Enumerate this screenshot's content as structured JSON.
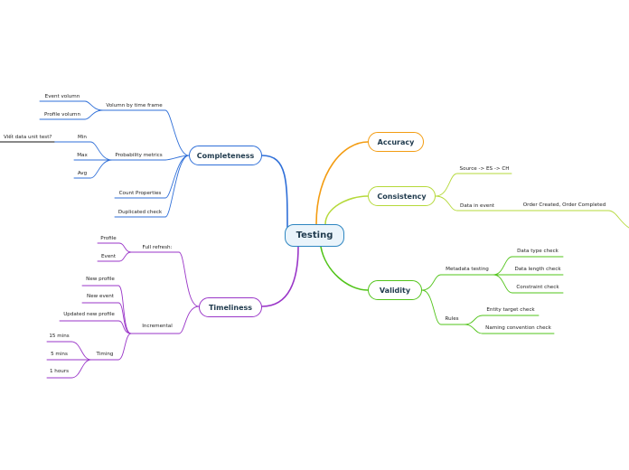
{
  "central": {
    "label": "Testing"
  },
  "colors": {
    "central": "#2e86c1",
    "completeness": "#2f6fd8",
    "timeliness": "#9a36c8",
    "accuracy": "#f39c12",
    "consistency": "#b5d93a",
    "validity": "#52c41a",
    "black": "#111111"
  },
  "completeness": {
    "label": "Completeness",
    "volume": {
      "label": "Volumn by time frame",
      "items": [
        "Event volumn",
        "Profile volumn"
      ]
    },
    "probability": {
      "label": "Probability metrics",
      "items": [
        "Min",
        "Max",
        "Avg"
      ],
      "min_child": "Viết data unit test?"
    },
    "count_properties": "Count Properties",
    "duplicated_check": "Duplicated check"
  },
  "timeliness": {
    "label": "Timeliness",
    "full_refresh": {
      "label": "Full refresh:",
      "items": [
        "Profile",
        "Event"
      ]
    },
    "incremental": {
      "label": "Incremental",
      "items": [
        "New profile",
        "New event",
        "Updated new profile"
      ]
    },
    "timing": {
      "label": "Timing",
      "items": [
        "15 mins",
        "5 mins",
        "1 hours"
      ]
    }
  },
  "accuracy": {
    "label": "Accuracy"
  },
  "consistency": {
    "label": "Consistency",
    "source": "Source -> ES -> CH",
    "data_in_event": {
      "label": "Data in event",
      "child": "Order Created, Order Completed"
    }
  },
  "validity": {
    "label": "Validity",
    "metadata": {
      "label": "Metadata testing",
      "items": [
        "Data type check",
        "Data length check",
        "Constraint check"
      ]
    },
    "rules": {
      "label": "Rules",
      "items": [
        "Entity target check",
        "Naming convention check"
      ]
    }
  }
}
